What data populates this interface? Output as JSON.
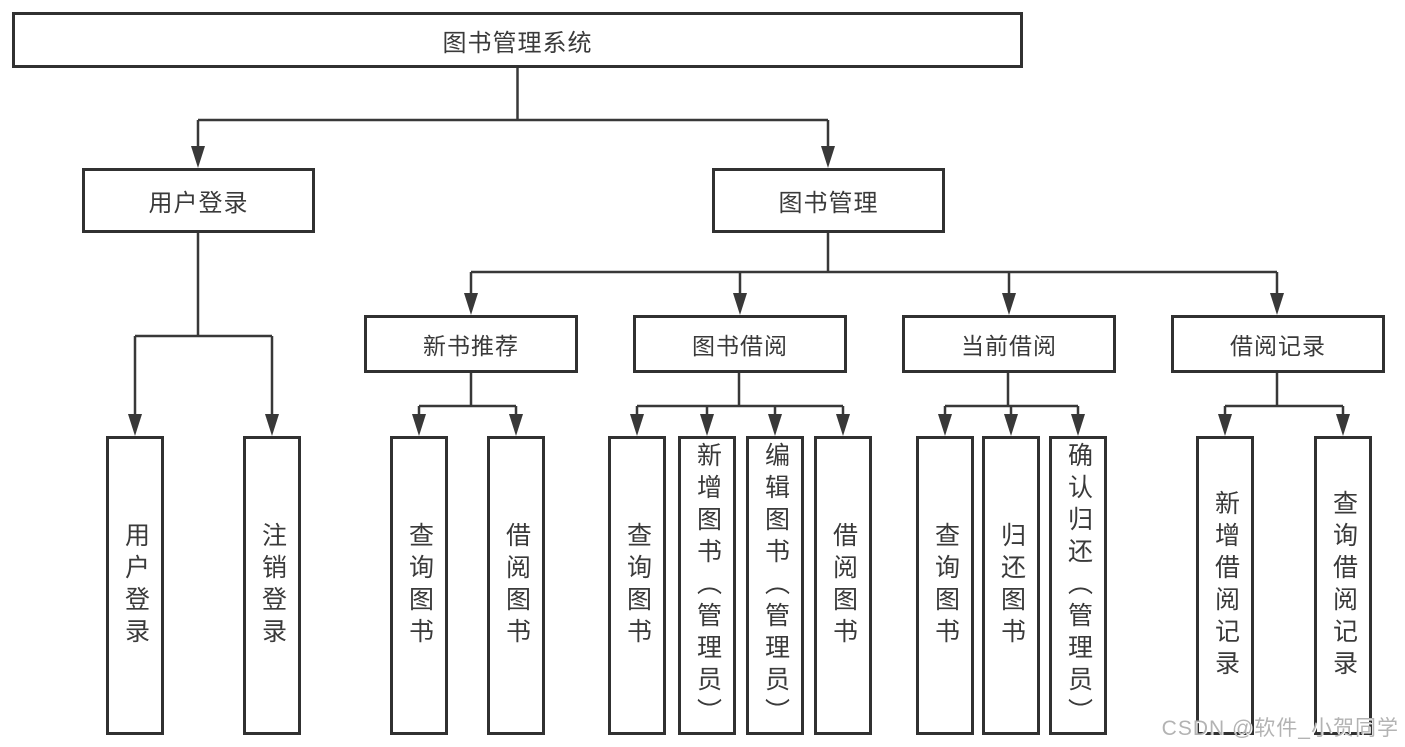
{
  "colors": {
    "background": "#ffffff",
    "box_border": "#313131",
    "connector_line": "#383838",
    "text": "#3a3a3a",
    "watermark": "#b3b3b3"
  },
  "tree": {
    "root": {
      "label": "图书管理系统"
    },
    "level2": {
      "user_login": {
        "label": "用户登录",
        "leaves": {
          "login": "用户登录",
          "logout": "注销登录"
        }
      },
      "book_mgmt": {
        "label": "图书管理",
        "level3": {
          "new_book_rec": {
            "label": "新书推荐",
            "leaves": {
              "query": "查询图书",
              "borrow": "借阅图书"
            }
          },
          "book_borrow": {
            "label": "图书借阅",
            "leaves": {
              "query": "查询图书",
              "add": "新增图书（管理员）",
              "edit": "编辑图书（管理员）",
              "borrow": "借阅图书"
            }
          },
          "current_borrow": {
            "label": "当前借阅",
            "leaves": {
              "query": "查询图书",
              "return": "归还图书",
              "confirm": "确认归还（管理员）"
            }
          },
          "borrow_record": {
            "label": "借阅记录",
            "leaves": {
              "add": "新增借阅记录",
              "query": "查询借阅记录"
            }
          }
        }
      }
    }
  },
  "watermark": {
    "text": "CSDN @软件_小贺同学"
  }
}
